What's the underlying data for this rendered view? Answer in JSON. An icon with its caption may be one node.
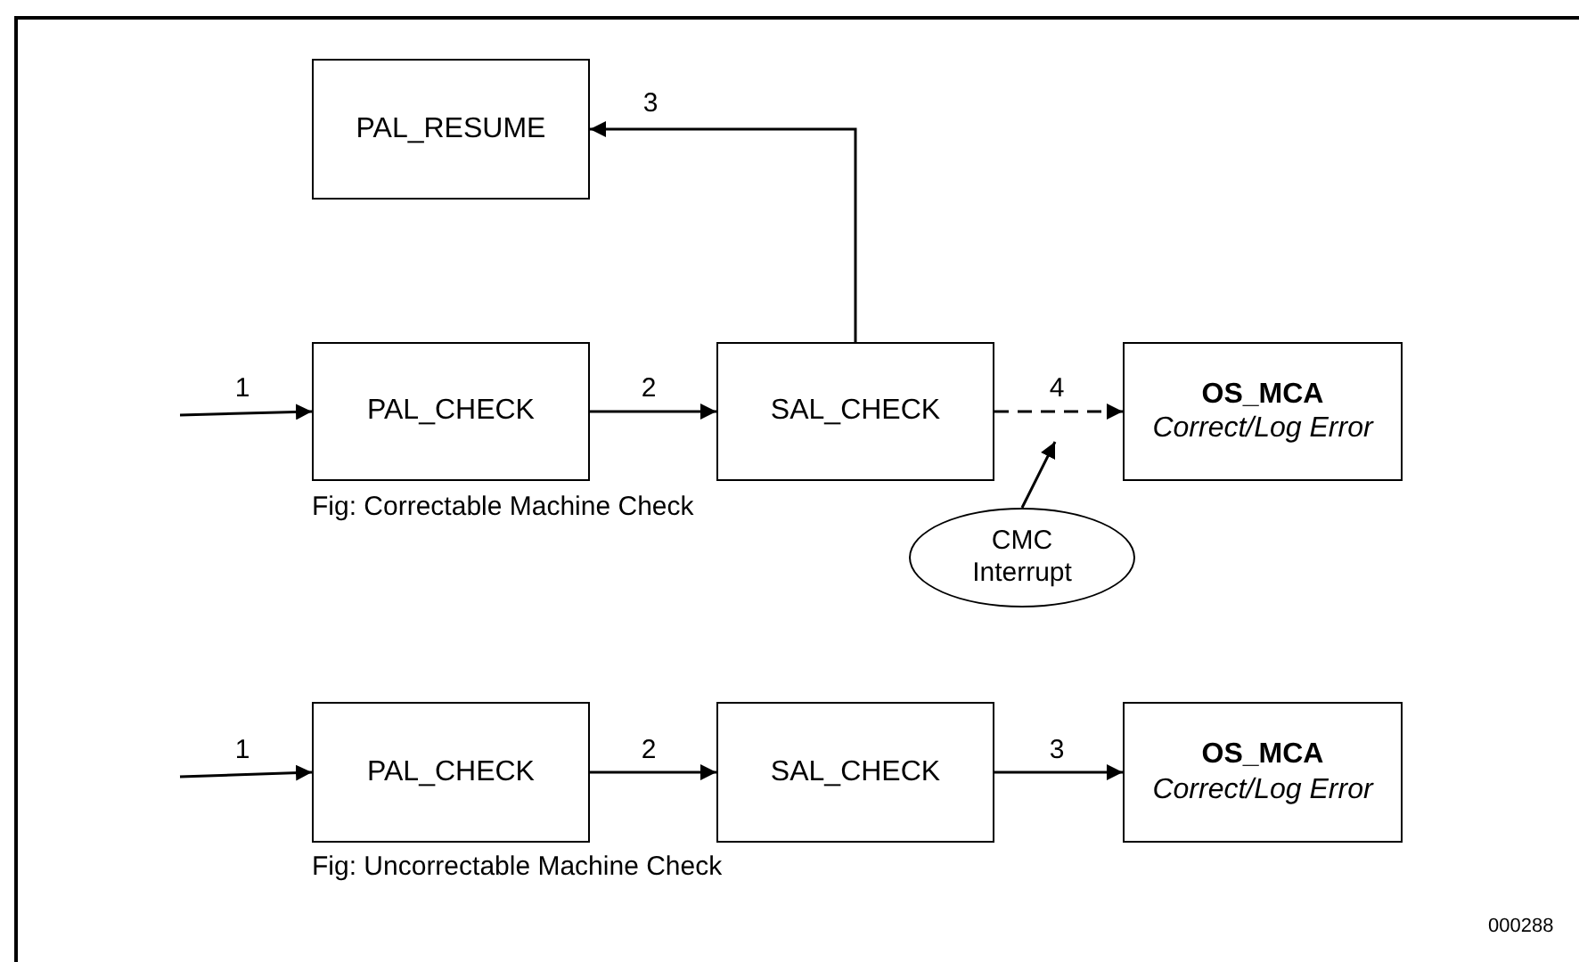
{
  "diagram": {
    "nodes": [
      {
        "text": [
          "PAL_RESUME"
        ]
      },
      {
        "text": [
          "PAL_CHECK"
        ]
      },
      {
        "text": [
          "SAL_CHECK"
        ]
      },
      {
        "text": [
          "OS_MCA",
          "Correct/Log Error"
        ]
      },
      {
        "text": [
          "CMC Interrupt"
        ]
      },
      {
        "text": [
          "PAL_CHECK"
        ]
      },
      {
        "text": [
          "SAL_CHECK"
        ]
      },
      {
        "text": [
          "OS_MCA",
          "Correct/Log Error"
        ]
      }
    ],
    "edges": [
      {
        "from": null,
        "to": 1,
        "arrow": "to",
        "label": "1"
      },
      {
        "from": 1,
        "to": 2,
        "arrow": "to",
        "label": "2"
      },
      {
        "from": 2,
        "to": 0,
        "arrow": "to",
        "label": "3"
      },
      {
        "from": 2,
        "to": 3,
        "arrow": "to",
        "label": "4",
        "style": "dashed"
      },
      {
        "from": 4,
        "to": null,
        "arrow": "to"
      },
      {
        "from": null,
        "to": 5,
        "arrow": "to",
        "label": "1"
      },
      {
        "from": 5,
        "to": 6,
        "arrow": "to",
        "label": "2"
      },
      {
        "from": 6,
        "to": 7,
        "arrow": "to",
        "label": "3"
      }
    ],
    "labels": [
      "Fig: Correctable Machine Check",
      "Fig: Uncorrectable Machine Check",
      "000288"
    ]
  }
}
